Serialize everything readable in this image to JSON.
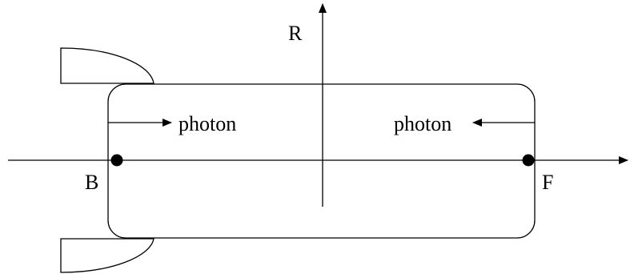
{
  "labels": {
    "r_axis": "R",
    "back_point": "B",
    "front_point": "F",
    "photon_left": "photon",
    "photon_right": "photon"
  },
  "colors": {
    "ink": "#000000",
    "background": "#ffffff"
  }
}
